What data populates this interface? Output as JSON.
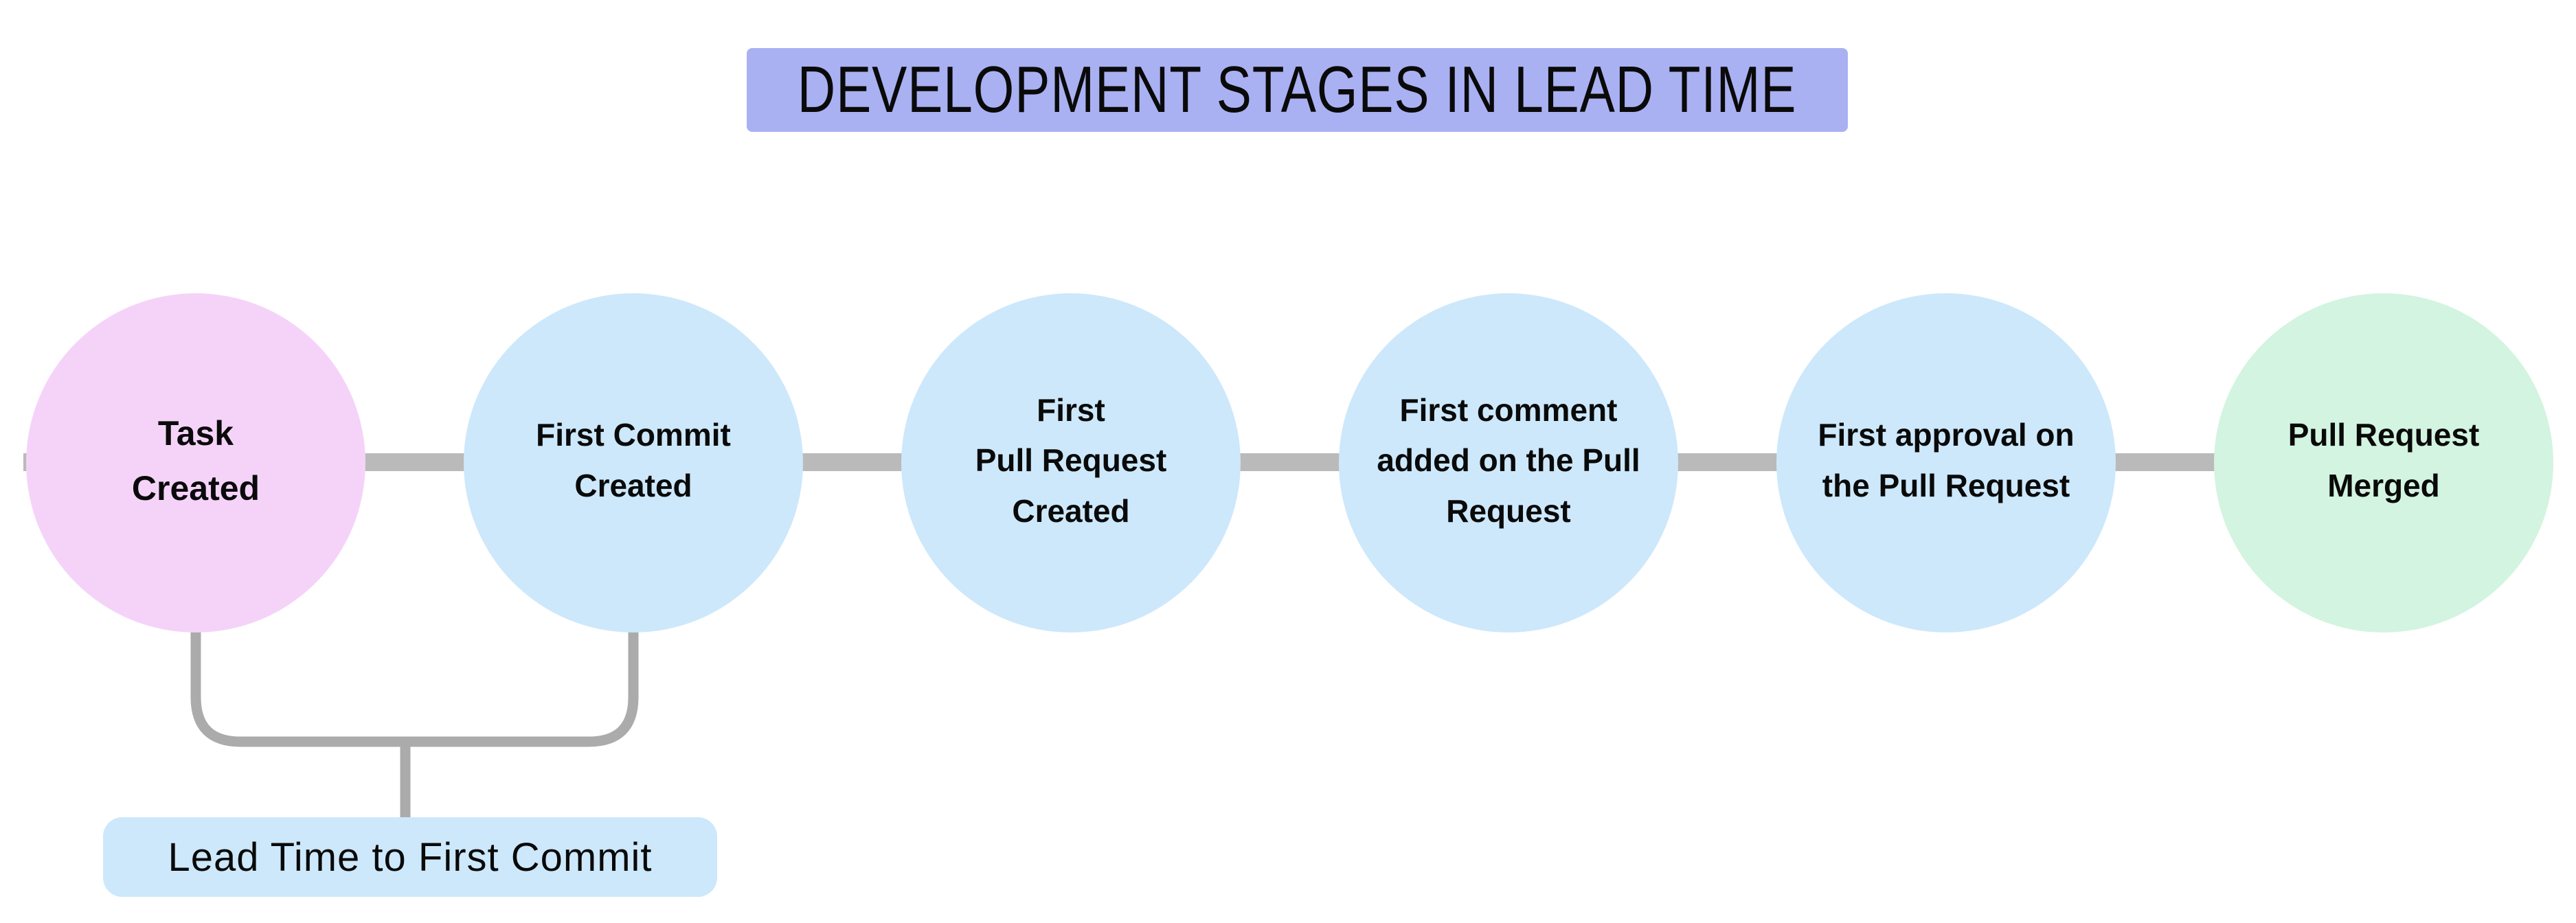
{
  "title": {
    "text": "DEVELOPMENT STAGES IN LEAD TIME",
    "bg": "#a9b1f2"
  },
  "stages": [
    {
      "label": "Task\nCreated",
      "color": "#f5d3f9"
    },
    {
      "label": "First Commit\nCreated",
      "color": "#cde8fb"
    },
    {
      "label": "First\nPull Request\nCreated",
      "color": "#cde8fb"
    },
    {
      "label": "First comment\nadded on the Pull\nRequest",
      "color": "#cde8fb"
    },
    {
      "label": "First approval on\nthe Pull Request",
      "color": "#cde8fb"
    },
    {
      "label": "Pull Request\nMerged",
      "color": "#d3f4e0"
    }
  ],
  "annotation": {
    "label": "Lead Time to First Commit",
    "bg": "#cde8fb"
  },
  "colors": {
    "connector": "#bababa",
    "bracket": "#ababab",
    "text": "#0a0a0a",
    "background": "#ffffff"
  }
}
